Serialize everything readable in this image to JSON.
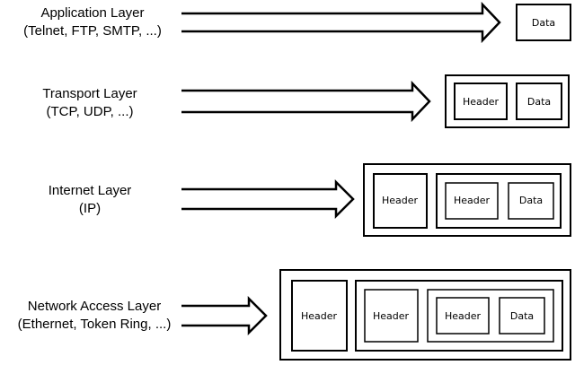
{
  "layers": [
    {
      "name": "Application Layer",
      "protocols": "(Telnet, FTP, SMTP, ...)"
    },
    {
      "name": "Transport Layer",
      "protocols": "(TCP, UDP, ...)"
    },
    {
      "name": "Internet Layer",
      "protocols": "(IP)"
    },
    {
      "name": "Network Access Layer",
      "protocols": "(Ethernet, Token Ring, ...)"
    }
  ],
  "labels": {
    "header": "Header",
    "data": "Data"
  }
}
